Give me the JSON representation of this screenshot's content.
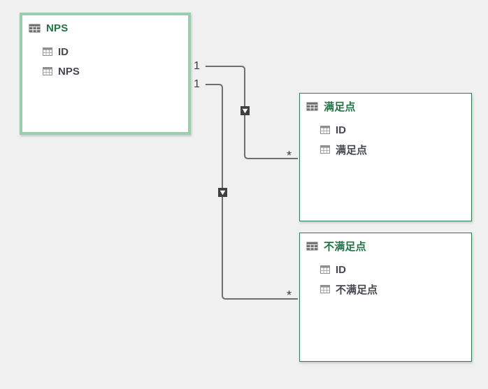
{
  "app": {
    "view": "diagram-view",
    "background_color": "#f0f0f0",
    "accent_green": "#217346",
    "selected_border_color": "#9bceae",
    "table_border_color": "#2e7d53",
    "line_color": "#6f6f6f"
  },
  "tables": [
    {
      "name": "NPS",
      "fields": [
        "ID",
        "NPS"
      ],
      "selected": true
    },
    {
      "name": "满足点",
      "fields": [
        "ID",
        "满足点"
      ],
      "selected": false
    },
    {
      "name": "不满足点",
      "fields": [
        "ID",
        "不满足点"
      ],
      "selected": false
    }
  ],
  "relationships": [
    {
      "from": "NPS",
      "to": "满足点",
      "one_label": "1",
      "many_label": "*"
    },
    {
      "from": "NPS",
      "to": "不满足点",
      "one_label": "1",
      "many_label": "*"
    }
  ],
  "icons": {
    "table_header_icon": "table-grid-icon",
    "field_icon": "field-table-icon",
    "arrow_marker": "filter-direction-arrow"
  }
}
